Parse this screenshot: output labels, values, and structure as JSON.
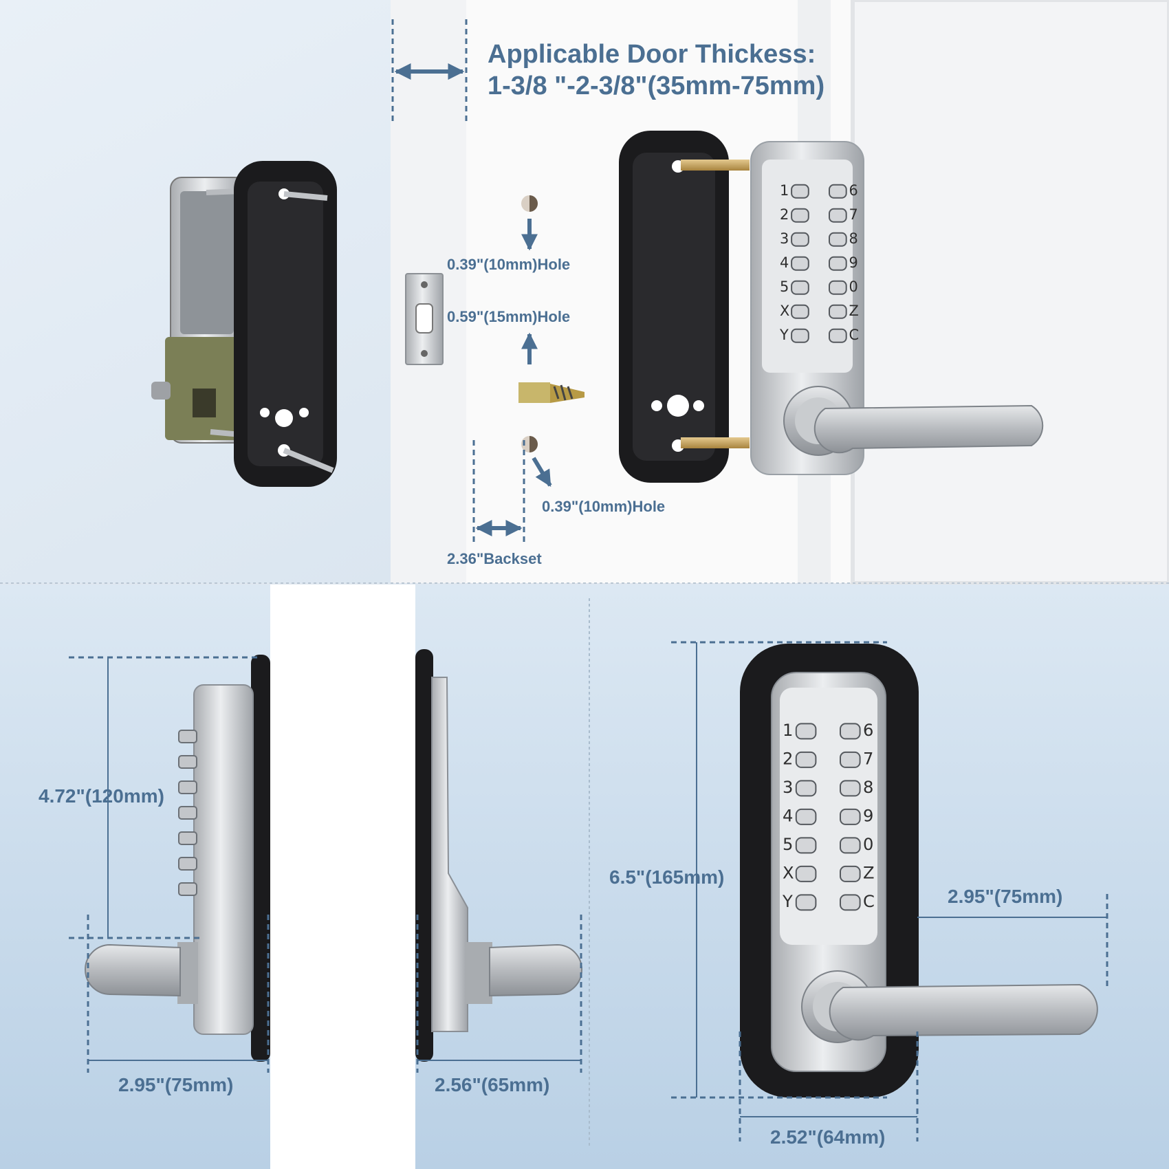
{
  "header": {
    "title": "Applicable Door Thickess:",
    "subtitle": "1-3/8 \"-2-3/8\"(35mm-75mm)"
  },
  "install": {
    "top_hole": "0.39\"(10mm)Hole",
    "middle_hole": "0.59\"(15mm)Hole",
    "bottom_hole": "0.39\"(10mm)Hole",
    "backset": "2.36\"Backset"
  },
  "dimensions": {
    "height_side": "4.72\"(120mm)",
    "depth_outer": "2.95\"(75mm)",
    "depth_inner": "2.56\"(65mm)",
    "height_front": "6.5\"(165mm)",
    "lever_length": "2.95\"(75mm)",
    "width_front": "2.52\"(64mm)"
  },
  "keypad": {
    "left_keys": [
      "1",
      "2",
      "3",
      "4",
      "5",
      "X",
      "Y"
    ],
    "right_keys": [
      "6",
      "7",
      "8",
      "9",
      "0",
      "Z",
      "C"
    ]
  },
  "colors": {
    "label": "#4b6f92",
    "panel_bg": "#e7eef5",
    "lower_bg": "#c6d9ea",
    "door": "#f8f8f8",
    "gasket": "#1b1b1d",
    "metal": "#c7c9cc"
  }
}
